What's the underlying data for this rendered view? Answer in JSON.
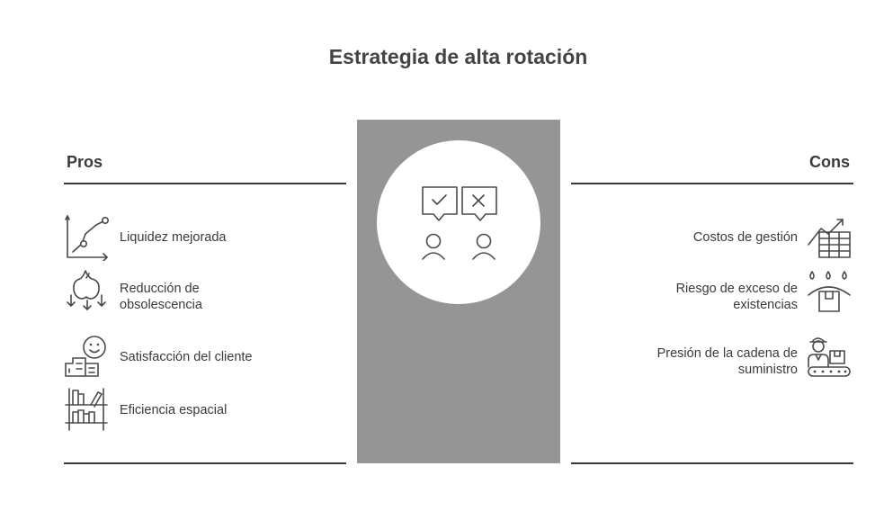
{
  "title": "Estrategia de alta rotación",
  "pros": {
    "heading": "Pros",
    "items": [
      {
        "label": "Liquidez mejorada",
        "icon": "growth-chart-icon"
      },
      {
        "label": "Reducción de obsolescencia",
        "icon": "falling-apple-icon"
      },
      {
        "label": "Satisfacción del cliente",
        "icon": "happy-customer-icon"
      },
      {
        "label": "Eficiencia espacial",
        "icon": "bookshelf-icon"
      }
    ]
  },
  "cons": {
    "heading": "Cons",
    "items": [
      {
        "label": "Costos de gestión",
        "icon": "cost-table-trend-icon"
      },
      {
        "label": "Riesgo de exceso de existencias",
        "icon": "overflow-box-icon"
      },
      {
        "label": "Presión de la cadena de suministro",
        "icon": "supply-worker-conveyor-icon"
      }
    ]
  },
  "center": {
    "icon": "pros-cons-people-icon"
  },
  "colors": {
    "panel": "#959595",
    "lines": "#3a3a3a",
    "text": "#3a3a3a"
  }
}
